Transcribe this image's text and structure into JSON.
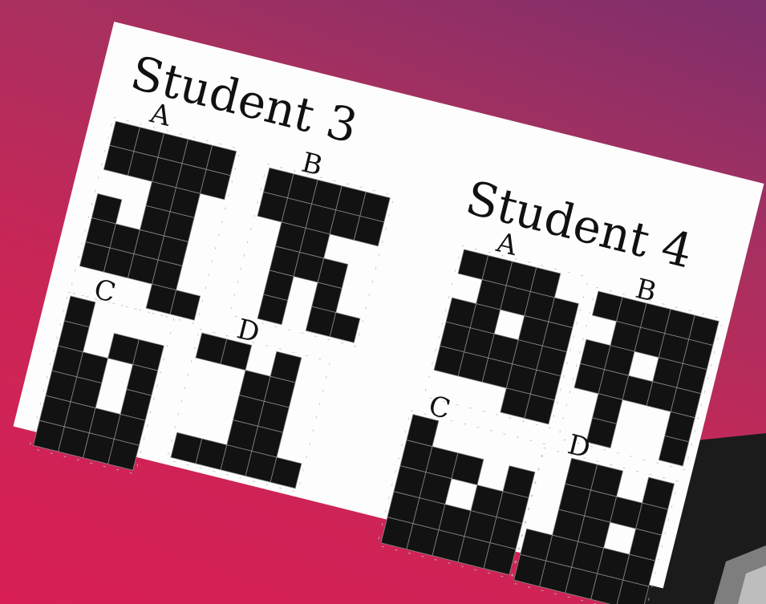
{
  "background": {
    "gradient_top": "#7d2f6c",
    "gradient_bottom": "#d81f55"
  },
  "sheet": {
    "color": "#fdfdfd"
  },
  "students": [
    {
      "title": "Student 3",
      "figures": [
        {
          "label": "A",
          "grid": [
            "11111",
            "11111",
            "00110",
            "10110",
            "11110",
            "11110",
            "00011"
          ]
        },
        {
          "label": "B",
          "grid": [
            "11111",
            "11111",
            "01100",
            "01110",
            "01010",
            "01011"
          ]
        },
        {
          "label": "C",
          "grid": [
            "1000",
            "1011",
            "1101",
            "1101",
            "1111",
            "1111"
          ]
        },
        {
          "label": "D",
          "grid": [
            "11010",
            "00110",
            "00110",
            "00110",
            "11111"
          ]
        }
      ]
    },
    {
      "title": "Student 4",
      "figures": [
        {
          "label": "A",
          "grid": [
            "11110",
            "01111",
            "11011",
            "11111",
            "11111",
            "00011"
          ]
        },
        {
          "label": "B",
          "grid": [
            "11111",
            "01111",
            "11011",
            "11111",
            "01001",
            "01001"
          ]
        },
        {
          "label": "C",
          "grid": [
            "10000",
            "11101",
            "11011",
            "11111",
            "11111"
          ]
        },
        {
          "label": "D",
          "grid": [
            "01101",
            "01111",
            "01101",
            "11111",
            "11111"
          ]
        }
      ]
    }
  ]
}
